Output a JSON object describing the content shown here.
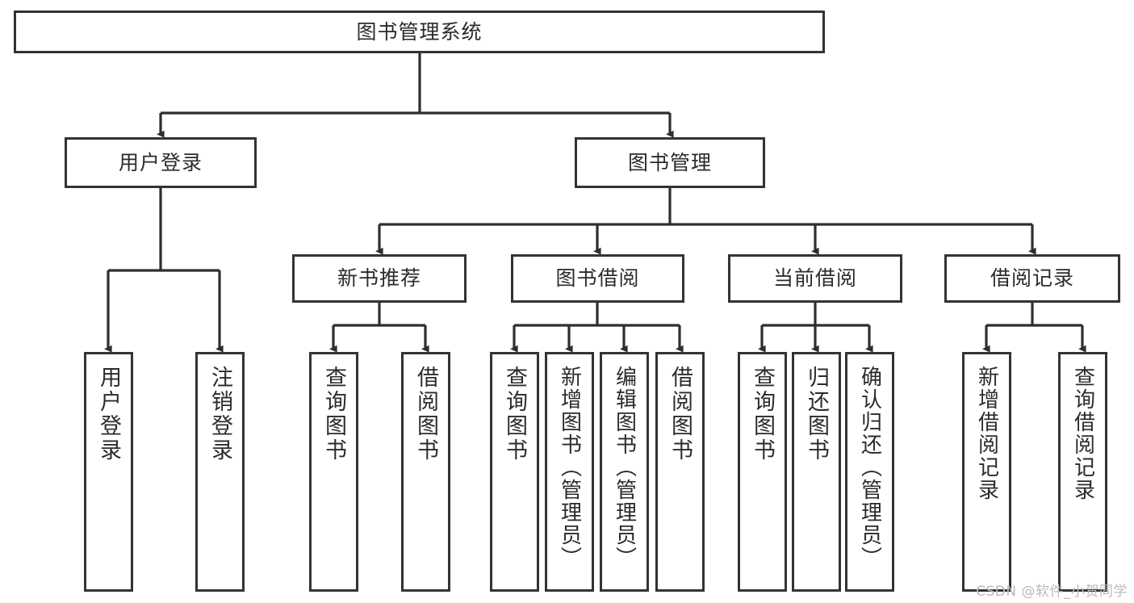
{
  "diagram": {
    "title": "图书管理系统",
    "type": "hierarchy-tree",
    "watermark": "CSDN @软件_小贺同学",
    "colors": {
      "border": "#333333",
      "text": "#2b2b2b",
      "background": "#ffffff",
      "watermark": "#b9b9b9"
    },
    "root": {
      "label": "图书管理系统"
    },
    "level1": [
      {
        "label": "用户登录"
      },
      {
        "label": "图书管理"
      }
    ],
    "level2": [
      {
        "label": "新书推荐"
      },
      {
        "label": "图书借阅"
      },
      {
        "label": "当前借阅"
      },
      {
        "label": "借阅记录"
      }
    ],
    "leaves": {
      "user_login": [
        {
          "label": "用户登录"
        },
        {
          "label": "注销登录"
        }
      ],
      "new_book_recommend": [
        {
          "label": "查询图书"
        },
        {
          "label": "借阅图书"
        }
      ],
      "book_borrow": [
        {
          "label": "查询图书"
        },
        {
          "label": "新增图书（管理员）"
        },
        {
          "label": "编辑图书（管理员）"
        },
        {
          "label": "借阅图书"
        }
      ],
      "current_borrow": [
        {
          "label": "查询图书"
        },
        {
          "label": "归还图书"
        },
        {
          "label": "确认归还（管理员）"
        }
      ],
      "borrow_record": [
        {
          "label": "新增借阅记录"
        },
        {
          "label": "查询借阅记录"
        }
      ]
    }
  }
}
